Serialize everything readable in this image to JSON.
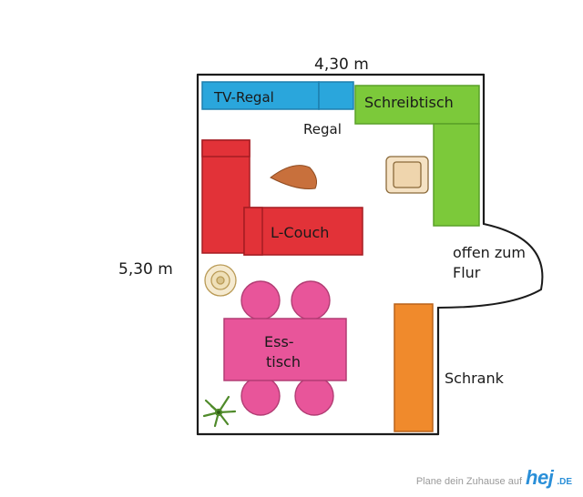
{
  "dimensions": {
    "width": "4,30 m",
    "height": "5,30 m"
  },
  "furniture": {
    "tv_shelf": "TV-Regal",
    "shelf": "Regal",
    "desk": "Schreibtisch",
    "couch": "L-Couch",
    "dining_table_line1": "Ess-",
    "dining_table_line2": "tisch",
    "wardrobe": "Schrank"
  },
  "opening": {
    "line1": "offen zum",
    "line2": "Flur"
  },
  "footer": {
    "tagline": "Plane dein Zuhause auf",
    "logo": "hej",
    "logo_tld": ".DE"
  },
  "colors": {
    "shelf_blue": "#2aa6dc",
    "desk_green": "#7cc93a",
    "couch_red": "#e23238",
    "table_pink": "#e8559a",
    "wardrobe_orange": "#f08a2c",
    "rug_brown": "#c8703c",
    "plant_green": "#4f8a2a",
    "logo_blue": "#2a8fd8"
  }
}
